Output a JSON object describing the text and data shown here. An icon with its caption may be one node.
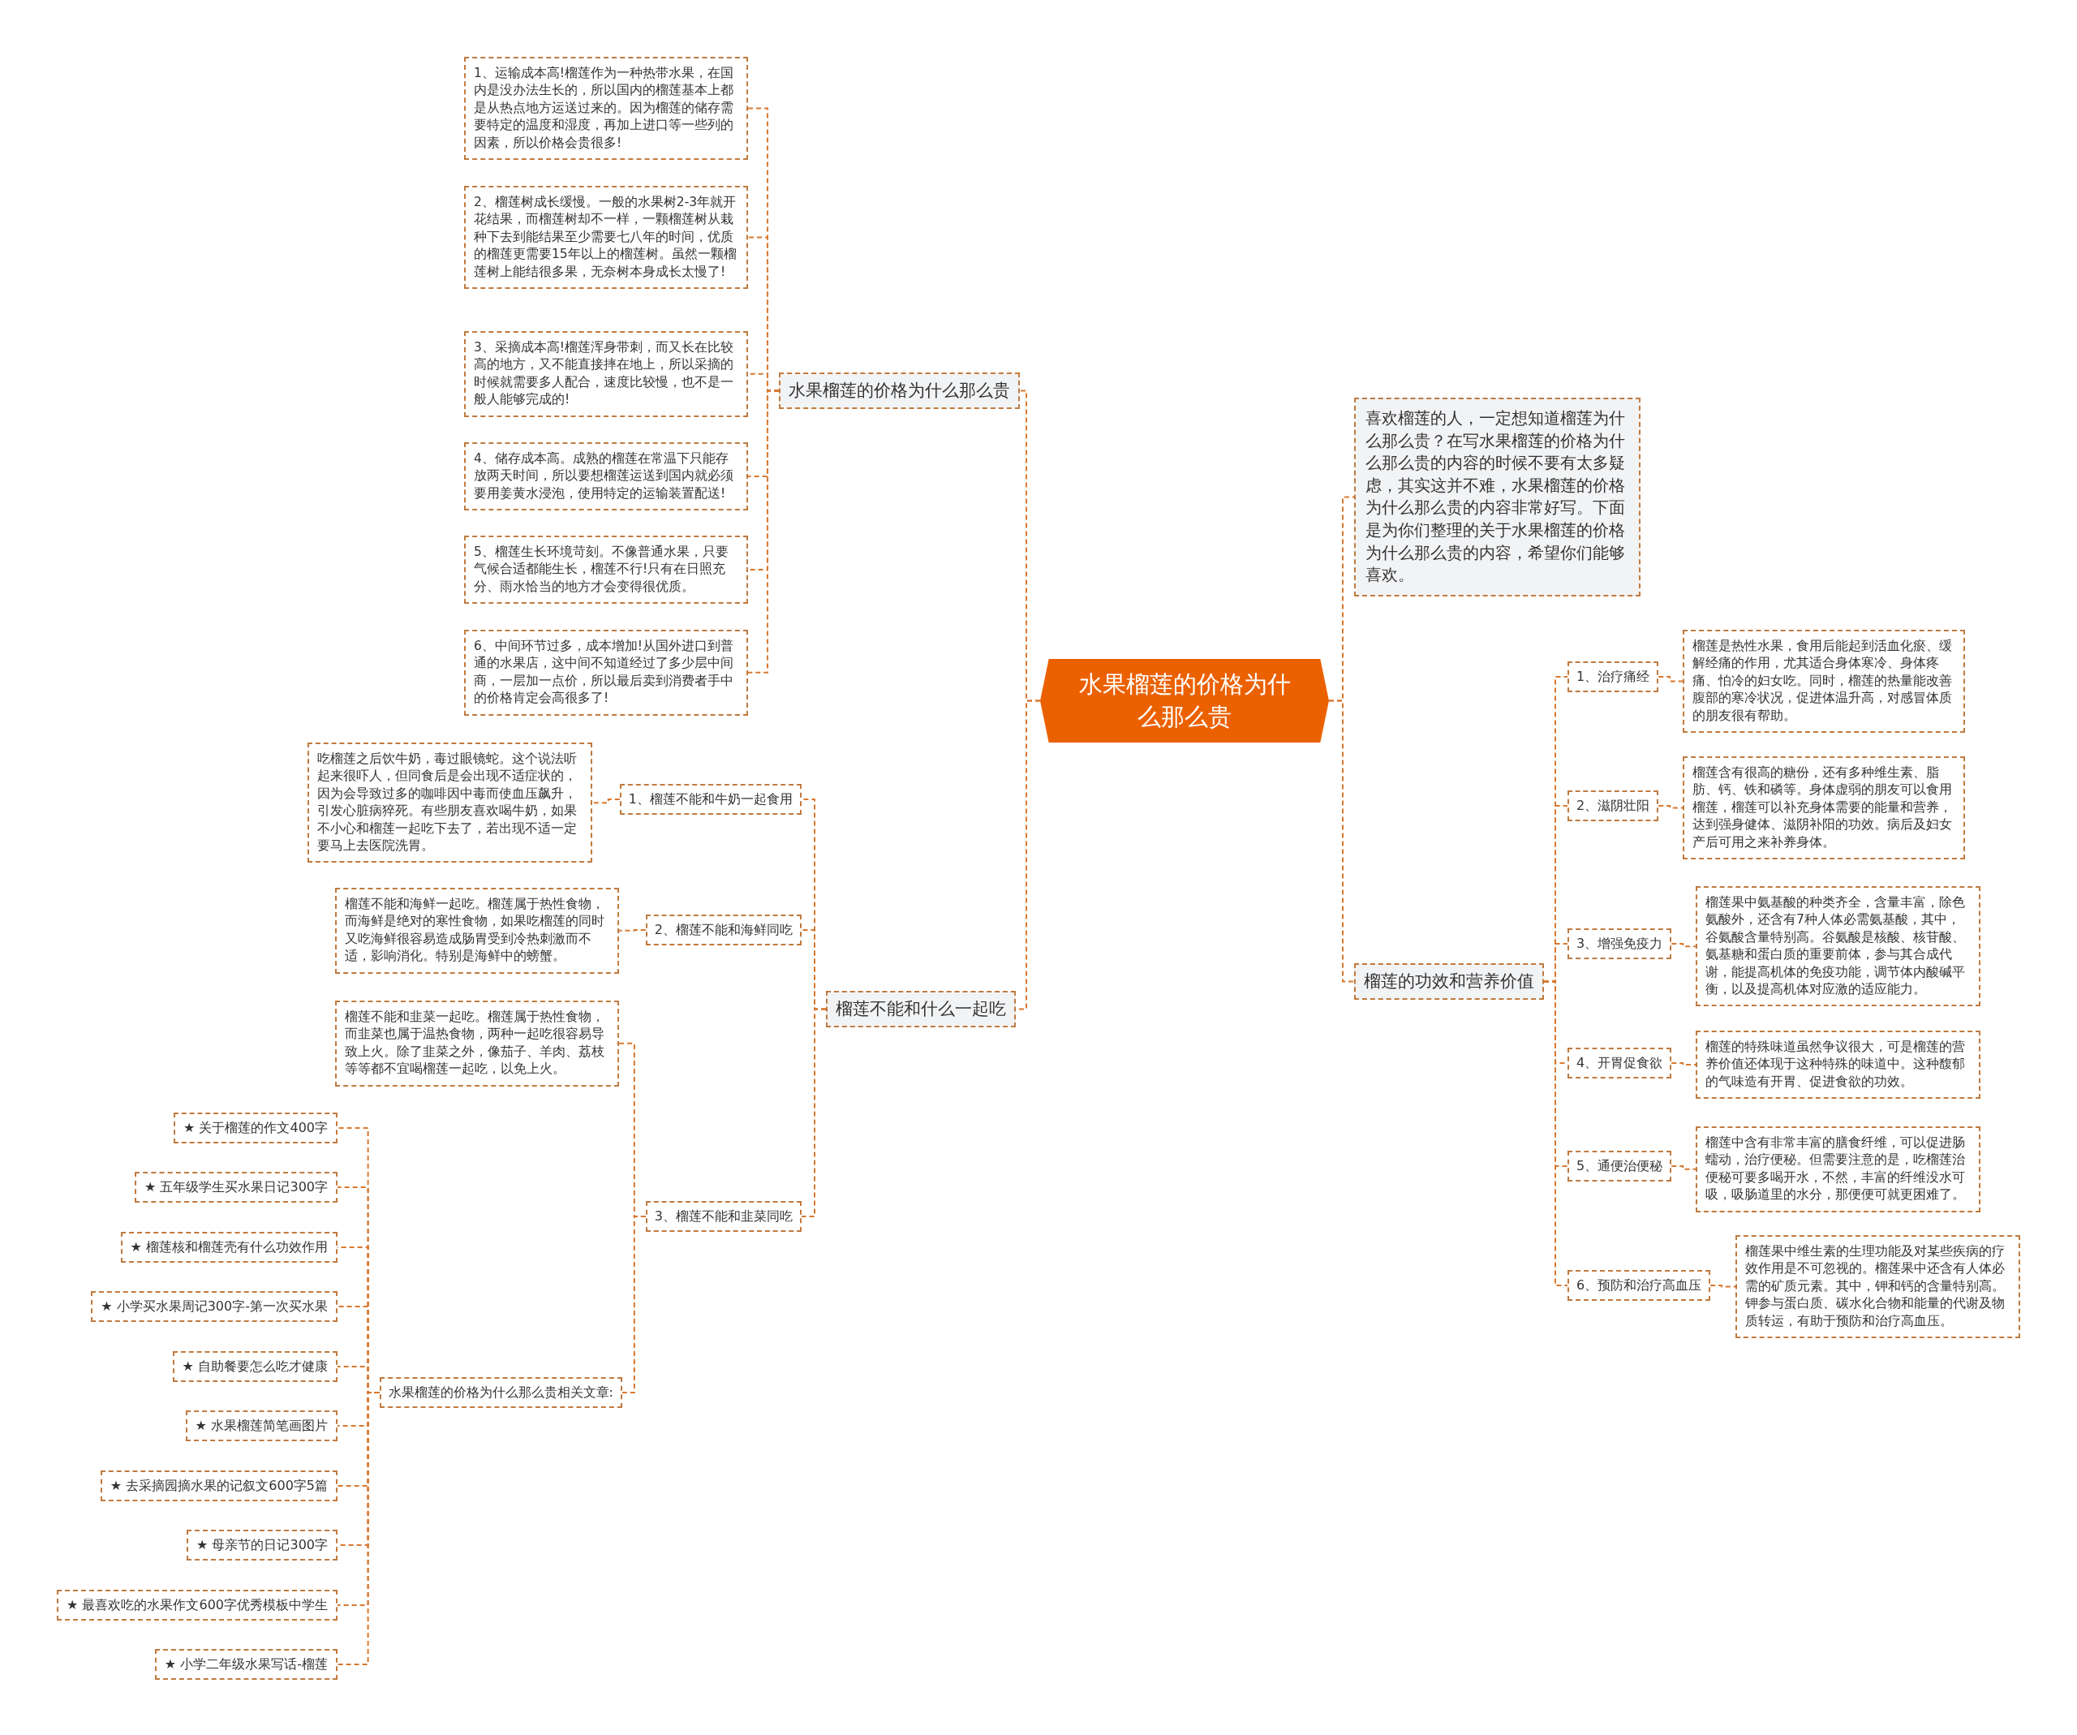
{
  "diagram": {
    "nodes": [
      {
        "text": [
          "水果榴莲的价格为什么那么贵"
        ]
      },
      {
        "text": [
          "水果榴莲的价格为什么那么贵"
        ]
      },
      {
        "text": [
          "1、运输成本高!榴莲作为一种热带水果，在国内是没办法生长的，所以国内的榴莲基本上都是从热点地方运送过来的。因为榴莲的储存需要特定的温度和湿度，再加上进口等一些列的因素，所以价格会贵很多!"
        ]
      },
      {
        "text": [
          "2、榴莲树成长缓慢。一般的水果树2-3年就开花结果，而榴莲树却不一样，一颗榴莲树从栽种下去到能结果至少需要七八年的时间，优质的榴莲更需要15年以上的榴莲树。虽然一颗榴莲树上能结很多果，无奈树本身成长太慢了!"
        ]
      },
      {
        "text": [
          "3、采摘成本高!榴莲浑身带刺，而又长在比较高的地方，又不能直接摔在地上，所以采摘的时候就需要多人配合，速度比较慢，也不是一般人能够完成的!"
        ]
      },
      {
        "text": [
          "4、储存成本高。成熟的榴莲在常温下只能存放两天时间，所以要想榴莲运送到国内就必须要用姜黄水浸泡，使用特定的运输装置配送!"
        ]
      },
      {
        "text": [
          "5、榴莲生长环境苛刻。不像普通水果，只要气候合适都能生长，榴莲不行!只有在日照充分、雨水恰当的地方才会变得很优质。"
        ]
      },
      {
        "text": [
          "6、中间环节过多，成本增加!从国外进口到普通的水果店，这中间不知道经过了多少层中间商，一层加一点价，所以最后卖到消费者手中的价格肯定会高很多了!"
        ]
      },
      {
        "text": [
          "榴莲不能和什么一起吃"
        ]
      },
      {
        "text": [
          "1、榴莲不能和牛奶一起食用"
        ]
      },
      {
        "text": [
          "吃榴莲之后饮牛奶，毒过眼镜蛇。这个说法听起来很吓人，但同食后是会出现不适症状的，因为会导致过多的咖啡因中毒而使血压飙升，引发心脏病猝死。有些朋友喜欢喝牛奶，如果不小心和榴莲一起吃下去了，若出现不适一定要马上去医院洗胃。"
        ]
      },
      {
        "text": [
          "2、榴莲不能和海鲜同吃"
        ]
      },
      {
        "text": [
          "榴莲不能和海鲜一起吃。榴莲属于热性食物，而海鲜是绝对的寒性食物，如果吃榴莲的同时又吃海鲜很容易造成肠胃受到冷热刺激而不适，影响消化。特别是海鲜中的螃蟹。"
        ]
      },
      {
        "text": [
          "3、榴莲不能和韭菜同吃"
        ]
      },
      {
        "text": [
          "榴莲不能和韭菜一起吃。榴莲属于热性食物，而韭菜也属于温热食物，两种一起吃很容易导致上火。除了韭菜之外，像茄子、羊肉、荔枝等等都不宜喝榴莲一起吃，以免上火。"
        ]
      },
      {
        "text": [
          "水果榴莲的价格为什么那么贵相关文章:"
        ]
      },
      {
        "text": [
          "★ 关于榴莲的作文400字"
        ]
      },
      {
        "text": [
          "★ 五年级学生买水果日记300字"
        ]
      },
      {
        "text": [
          "★ 榴莲核和榴莲壳有什么功效作用"
        ]
      },
      {
        "text": [
          "★ 小学买水果周记300字-第一次买水果"
        ]
      },
      {
        "text": [
          "★ 自助餐要怎么吃才健康"
        ]
      },
      {
        "text": [
          "★ 水果榴莲简笔画图片"
        ]
      },
      {
        "text": [
          "★ 去采摘园摘水果的记叙文600字5篇"
        ]
      },
      {
        "text": [
          "★ 母亲节的日记300字"
        ]
      },
      {
        "text": [
          "★ 最喜欢吃的水果作文600字优秀模板中学生"
        ]
      },
      {
        "text": [
          "★ 小学二年级水果写话-榴莲"
        ]
      },
      {
        "text": [
          "喜欢榴莲的人，一定想知道榴莲为什么那么贵？在写水果榴莲的价格为什么那么贵的内容的时候不要有太多疑虑，其实这并不难，水果榴莲的价格为什么那么贵的内容非常好写。下面是为你们整理的关于水果榴莲的价格为什么那么贵的内容，希望你们能够喜欢。"
        ]
      },
      {
        "text": [
          "榴莲的功效和营养价值"
        ]
      },
      {
        "text": [
          "1、治疗痛经"
        ]
      },
      {
        "text": [
          "2、滋阴壮阳"
        ]
      },
      {
        "text": [
          "3、增强免疫力"
        ]
      },
      {
        "text": [
          "4、开胃促食欲"
        ]
      },
      {
        "text": [
          "5、通便治便秘"
        ]
      },
      {
        "text": [
          "6、预防和治疗高血压"
        ]
      },
      {
        "text": [
          "榴莲是热性水果，食用后能起到活血化瘀、缓解经痛的作用，尤其适合身体寒冷、身体疼痛、怕冷的妇女吃。同时，榴莲的热量能改善腹部的寒冷状况，促进体温升高，对感冒体质的朋友很有帮助。"
        ]
      },
      {
        "text": [
          "榴莲含有很高的糖份，还有多种维生素、脂肪、钙、铁和磷等。身体虚弱的朋友可以食用榴莲，榴莲可以补充身体需要的能量和营养，达到强身健体、滋阴补阳的功效。病后及妇女产后可用之来补养身体。"
        ]
      },
      {
        "text": [
          "榴莲果中氨基酸的种类齐全，含量丰富，除色氨酸外，还含有7种人体必需氨基酸，其中，谷氨酸含量特别高。谷氨酸是核酸、核苷酸、氨基糖和蛋白质的重要前体，参与其合成代谢，能提高机体的免疫功能，调节体内酸碱平衡，以及提高机体对应激的适应能力。"
        ]
      },
      {
        "text": [
          "榴莲的特殊味道虽然争议很大，可是榴莲的营养价值还体现于这种特殊的味道中。这种馥郁的气味造有开胃、促进食欲的功效。"
        ]
      },
      {
        "text": [
          "榴莲中含有非常丰富的膳食纤维，可以促进肠蠕动，治疗便秘。但需要注意的是，吃榴莲治便秘可要多喝开水，不然，丰富的纤维没水可吸，吸肠道里的水分，那便便可就更困难了。"
        ]
      },
      {
        "text": [
          "榴莲果中维生素的生理功能及对某些疾病的疗效作用是不可忽视的。榴莲果中还含有人体必需的矿质元素。其中，钾和钙的含量特别高。钾参与蛋白质、碳水化合物和能量的代谢及物质转运，有助于预防和治疗高血压。"
        ]
      }
    ],
    "edges": [
      {
        "from": 0,
        "to": 1,
        "arrow": "none"
      },
      {
        "from": 1,
        "to": 2,
        "arrow": "none"
      },
      {
        "from": 1,
        "to": 3,
        "arrow": "none"
      },
      {
        "from": 1,
        "to": 4,
        "arrow": "none"
      },
      {
        "from": 1,
        "to": 5,
        "arrow": "none"
      },
      {
        "from": 1,
        "to": 6,
        "arrow": "none"
      },
      {
        "from": 1,
        "to": 7,
        "arrow": "none"
      },
      {
        "from": 0,
        "to": 8,
        "arrow": "none"
      },
      {
        "from": 8,
        "to": 9,
        "arrow": "none"
      },
      {
        "from": 9,
        "to": 10,
        "arrow": "none"
      },
      {
        "from": 8,
        "to": 11,
        "arrow": "none"
      },
      {
        "from": 11,
        "to": 12,
        "arrow": "none"
      },
      {
        "from": 8,
        "to": 13,
        "arrow": "none"
      },
      {
        "from": 13,
        "to": 14,
        "arrow": "none"
      },
      {
        "from": 13,
        "to": 15,
        "arrow": "none"
      },
      {
        "from": 15,
        "to": 16,
        "arrow": "none"
      },
      {
        "from": 15,
        "to": 17,
        "arrow": "none"
      },
      {
        "from": 15,
        "to": 18,
        "arrow": "none"
      },
      {
        "from": 15,
        "to": 19,
        "arrow": "none"
      },
      {
        "from": 15,
        "to": 20,
        "arrow": "none"
      },
      {
        "from": 15,
        "to": 21,
        "arrow": "none"
      },
      {
        "from": 15,
        "to": 22,
        "arrow": "none"
      },
      {
        "from": 15,
        "to": 23,
        "arrow": "none"
      },
      {
        "from": 15,
        "to": 24,
        "arrow": "none"
      },
      {
        "from": 15,
        "to": 25,
        "arrow": "none"
      },
      {
        "from": 0,
        "to": 26,
        "arrow": "none"
      },
      {
        "from": 0,
        "to": 27,
        "arrow": "none"
      },
      {
        "from": 27,
        "to": 28,
        "arrow": "none"
      },
      {
        "from": 28,
        "to": 34,
        "arrow": "none"
      },
      {
        "from": 27,
        "to": 29,
        "arrow": "none"
      },
      {
        "from": 29,
        "to": 35,
        "arrow": "none"
      },
      {
        "from": 27,
        "to": 30,
        "arrow": "none"
      },
      {
        "from": 30,
        "to": 36,
        "arrow": "none"
      },
      {
        "from": 27,
        "to": 31,
        "arrow": "none"
      },
      {
        "from": 31,
        "to": 37,
        "arrow": "none"
      },
      {
        "from": 27,
        "to": 32,
        "arrow": "none"
      },
      {
        "from": 32,
        "to": 38,
        "arrow": "none"
      },
      {
        "from": 27,
        "to": 33,
        "arrow": "none"
      },
      {
        "from": 33,
        "to": 39,
        "arrow": "none"
      }
    ]
  }
}
